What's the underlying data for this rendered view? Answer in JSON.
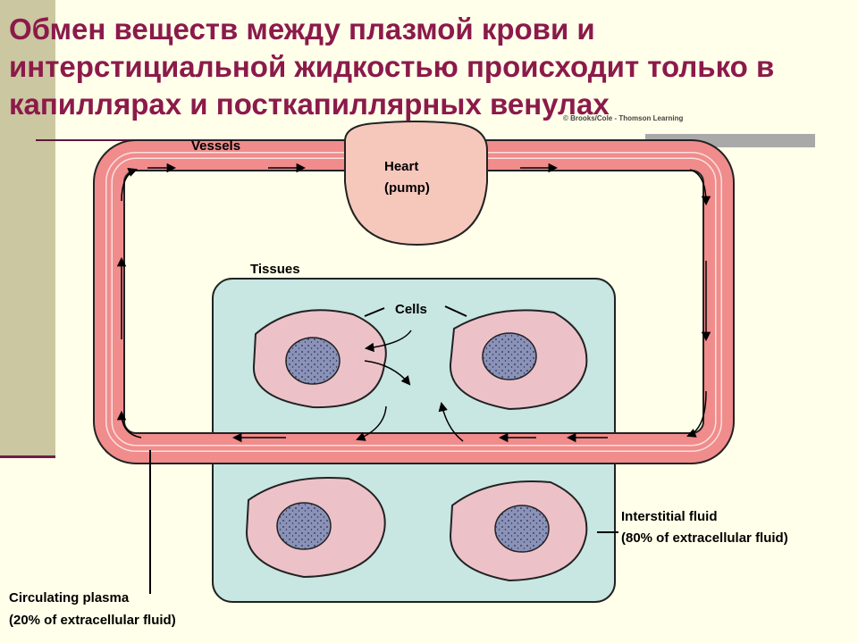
{
  "slide": {
    "title": "Обмен веществ между плазмой крови и интерстициальной жидкостью происходит только в капиллярах и посткапиллярных венулах"
  },
  "figure": {
    "credit": "© Brooks/Cole - Thomson Learning",
    "labels": {
      "vessels": "Vessels",
      "heart_line1": "Heart",
      "heart_line2": "(pump)",
      "tissues": "Tissues",
      "cells": "Cells",
      "interstitial_line1": "Interstitial fluid",
      "interstitial_line2": "(80% of extracellular fluid)",
      "plasma_line1": "Circulating plasma",
      "plasma_line2": "(20% of extracellular fluid)"
    },
    "colors": {
      "vessel": "#f08c8c",
      "vessel_inner": "#f8d4d0",
      "heart": "#f6c8bc",
      "tissue": "#c8e6e2",
      "cell": "#ecc2c8",
      "nucleus": "#8a92b8"
    }
  }
}
